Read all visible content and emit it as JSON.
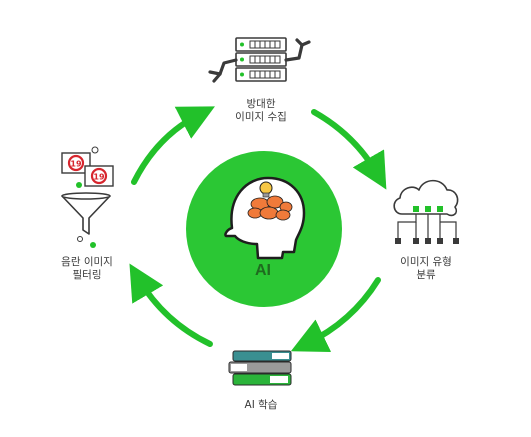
{
  "center": {
    "label": "AI"
  },
  "steps": [
    {
      "id": "collect",
      "lines": [
        "방대한",
        "이미지 수집"
      ],
      "icon": "server-robot-arms-icon"
    },
    {
      "id": "classify",
      "lines": [
        "이미지 유형",
        "분류"
      ],
      "icon": "cloud-network-icon"
    },
    {
      "id": "learn",
      "lines": [
        "AI 학습"
      ],
      "icon": "book-stack-icon"
    },
    {
      "id": "filter",
      "lines": [
        "음란 이미지",
        "필터링"
      ],
      "icon": "funnel-filter-icon"
    }
  ],
  "filter_badges": [
    "19",
    "19"
  ],
  "colors": {
    "accent_green": "#22c12a",
    "center_green": "#2bc734",
    "head_outline": "#1e1e1e",
    "brain_orange": "#f07a3a",
    "bulb_yellow": "#f6c744",
    "badge_red": "#d7262e",
    "text_gray": "#3a3a3a"
  }
}
